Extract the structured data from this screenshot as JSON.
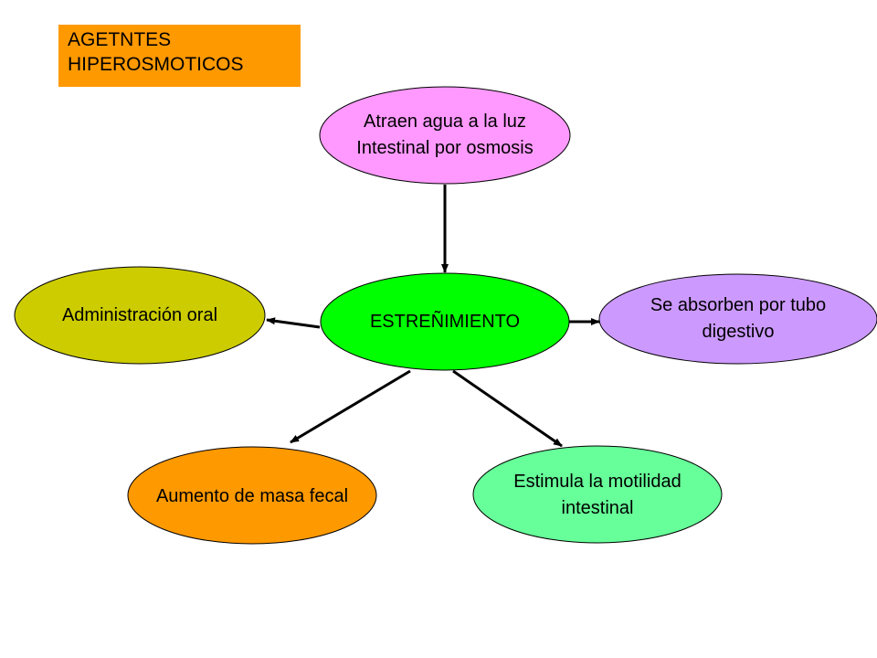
{
  "title": "AGETNTES\nHIPEROSMOTICOS",
  "colors": {
    "title_bg": "#FF9900",
    "top": "#FF99FF",
    "center": "#00FF00",
    "left": "#CCCC00",
    "right": "#CC99FF",
    "bottom_left": "#FF9900",
    "bottom_right": "#66FF99",
    "arrow": "#000000"
  },
  "nodes": {
    "top": "Atraen agua a la luz\nIntestinal por osmosis",
    "center": "ESTREÑIMIENTO",
    "left": "Administración  oral",
    "right": "Se absorben por tubo\ndigestivo",
    "bottom_left": "Aumento de masa fecal",
    "bottom_right": "Estimula la motilidad\nintestinal"
  }
}
